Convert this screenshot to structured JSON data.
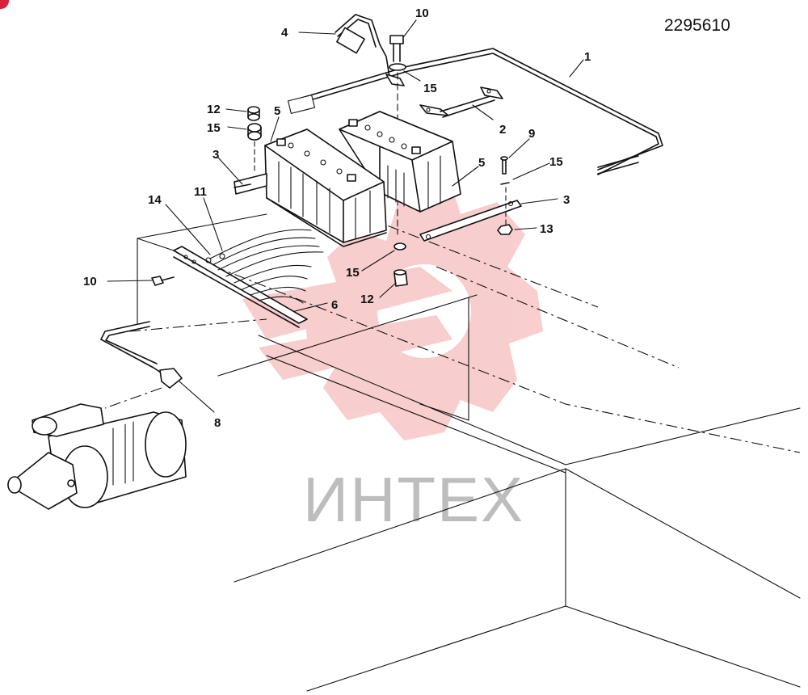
{
  "document_number": "2295610",
  "watermark": {
    "text": "ИНТЕХ",
    "color": "#f4a6a6"
  },
  "badge_color": "#d8203a",
  "callouts": [
    {
      "id": "1",
      "text": "1"
    },
    {
      "id": "2",
      "text": "2"
    },
    {
      "id": "3a",
      "text": "3"
    },
    {
      "id": "3b",
      "text": "3"
    },
    {
      "id": "4",
      "text": "4"
    },
    {
      "id": "5a",
      "text": "5"
    },
    {
      "id": "5b",
      "text": "5"
    },
    {
      "id": "6",
      "text": "6"
    },
    {
      "id": "8",
      "text": "8"
    },
    {
      "id": "9",
      "text": "9"
    },
    {
      "id": "10a",
      "text": "10"
    },
    {
      "id": "10b",
      "text": "10"
    },
    {
      "id": "11",
      "text": "11"
    },
    {
      "id": "12a",
      "text": "12"
    },
    {
      "id": "12b",
      "text": "12"
    },
    {
      "id": "13",
      "text": "13"
    },
    {
      "id": "14",
      "text": "14"
    },
    {
      "id": "15a",
      "text": "15"
    },
    {
      "id": "15b",
      "text": "15"
    },
    {
      "id": "15c",
      "text": "15"
    },
    {
      "id": "15d",
      "text": "15"
    }
  ]
}
